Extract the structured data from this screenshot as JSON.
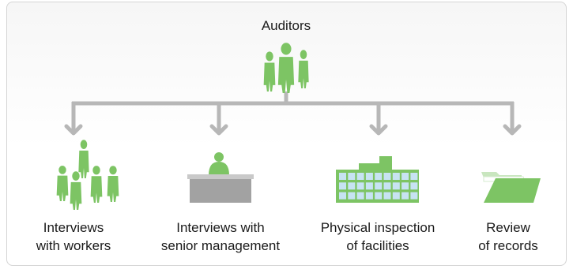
{
  "root": {
    "label": "Auditors",
    "icon": "auditors-group-icon"
  },
  "branches": [
    {
      "line1": "Interviews",
      "line2": "with workers",
      "icon": "workers-group-icon"
    },
    {
      "line1": "Interviews with",
      "line2": "senior management",
      "icon": "manager-at-desk-icon"
    },
    {
      "line1": "Physical inspection",
      "line2": "of facilities",
      "icon": "factory-building-icon"
    },
    {
      "line1": "Review",
      "line2": "of records",
      "icon": "records-folder-icon"
    }
  ],
  "colors": {
    "figure_green": "#7dc464",
    "connector_gray": "#b7b7b7",
    "desk_gray": "#a2a2a2"
  }
}
